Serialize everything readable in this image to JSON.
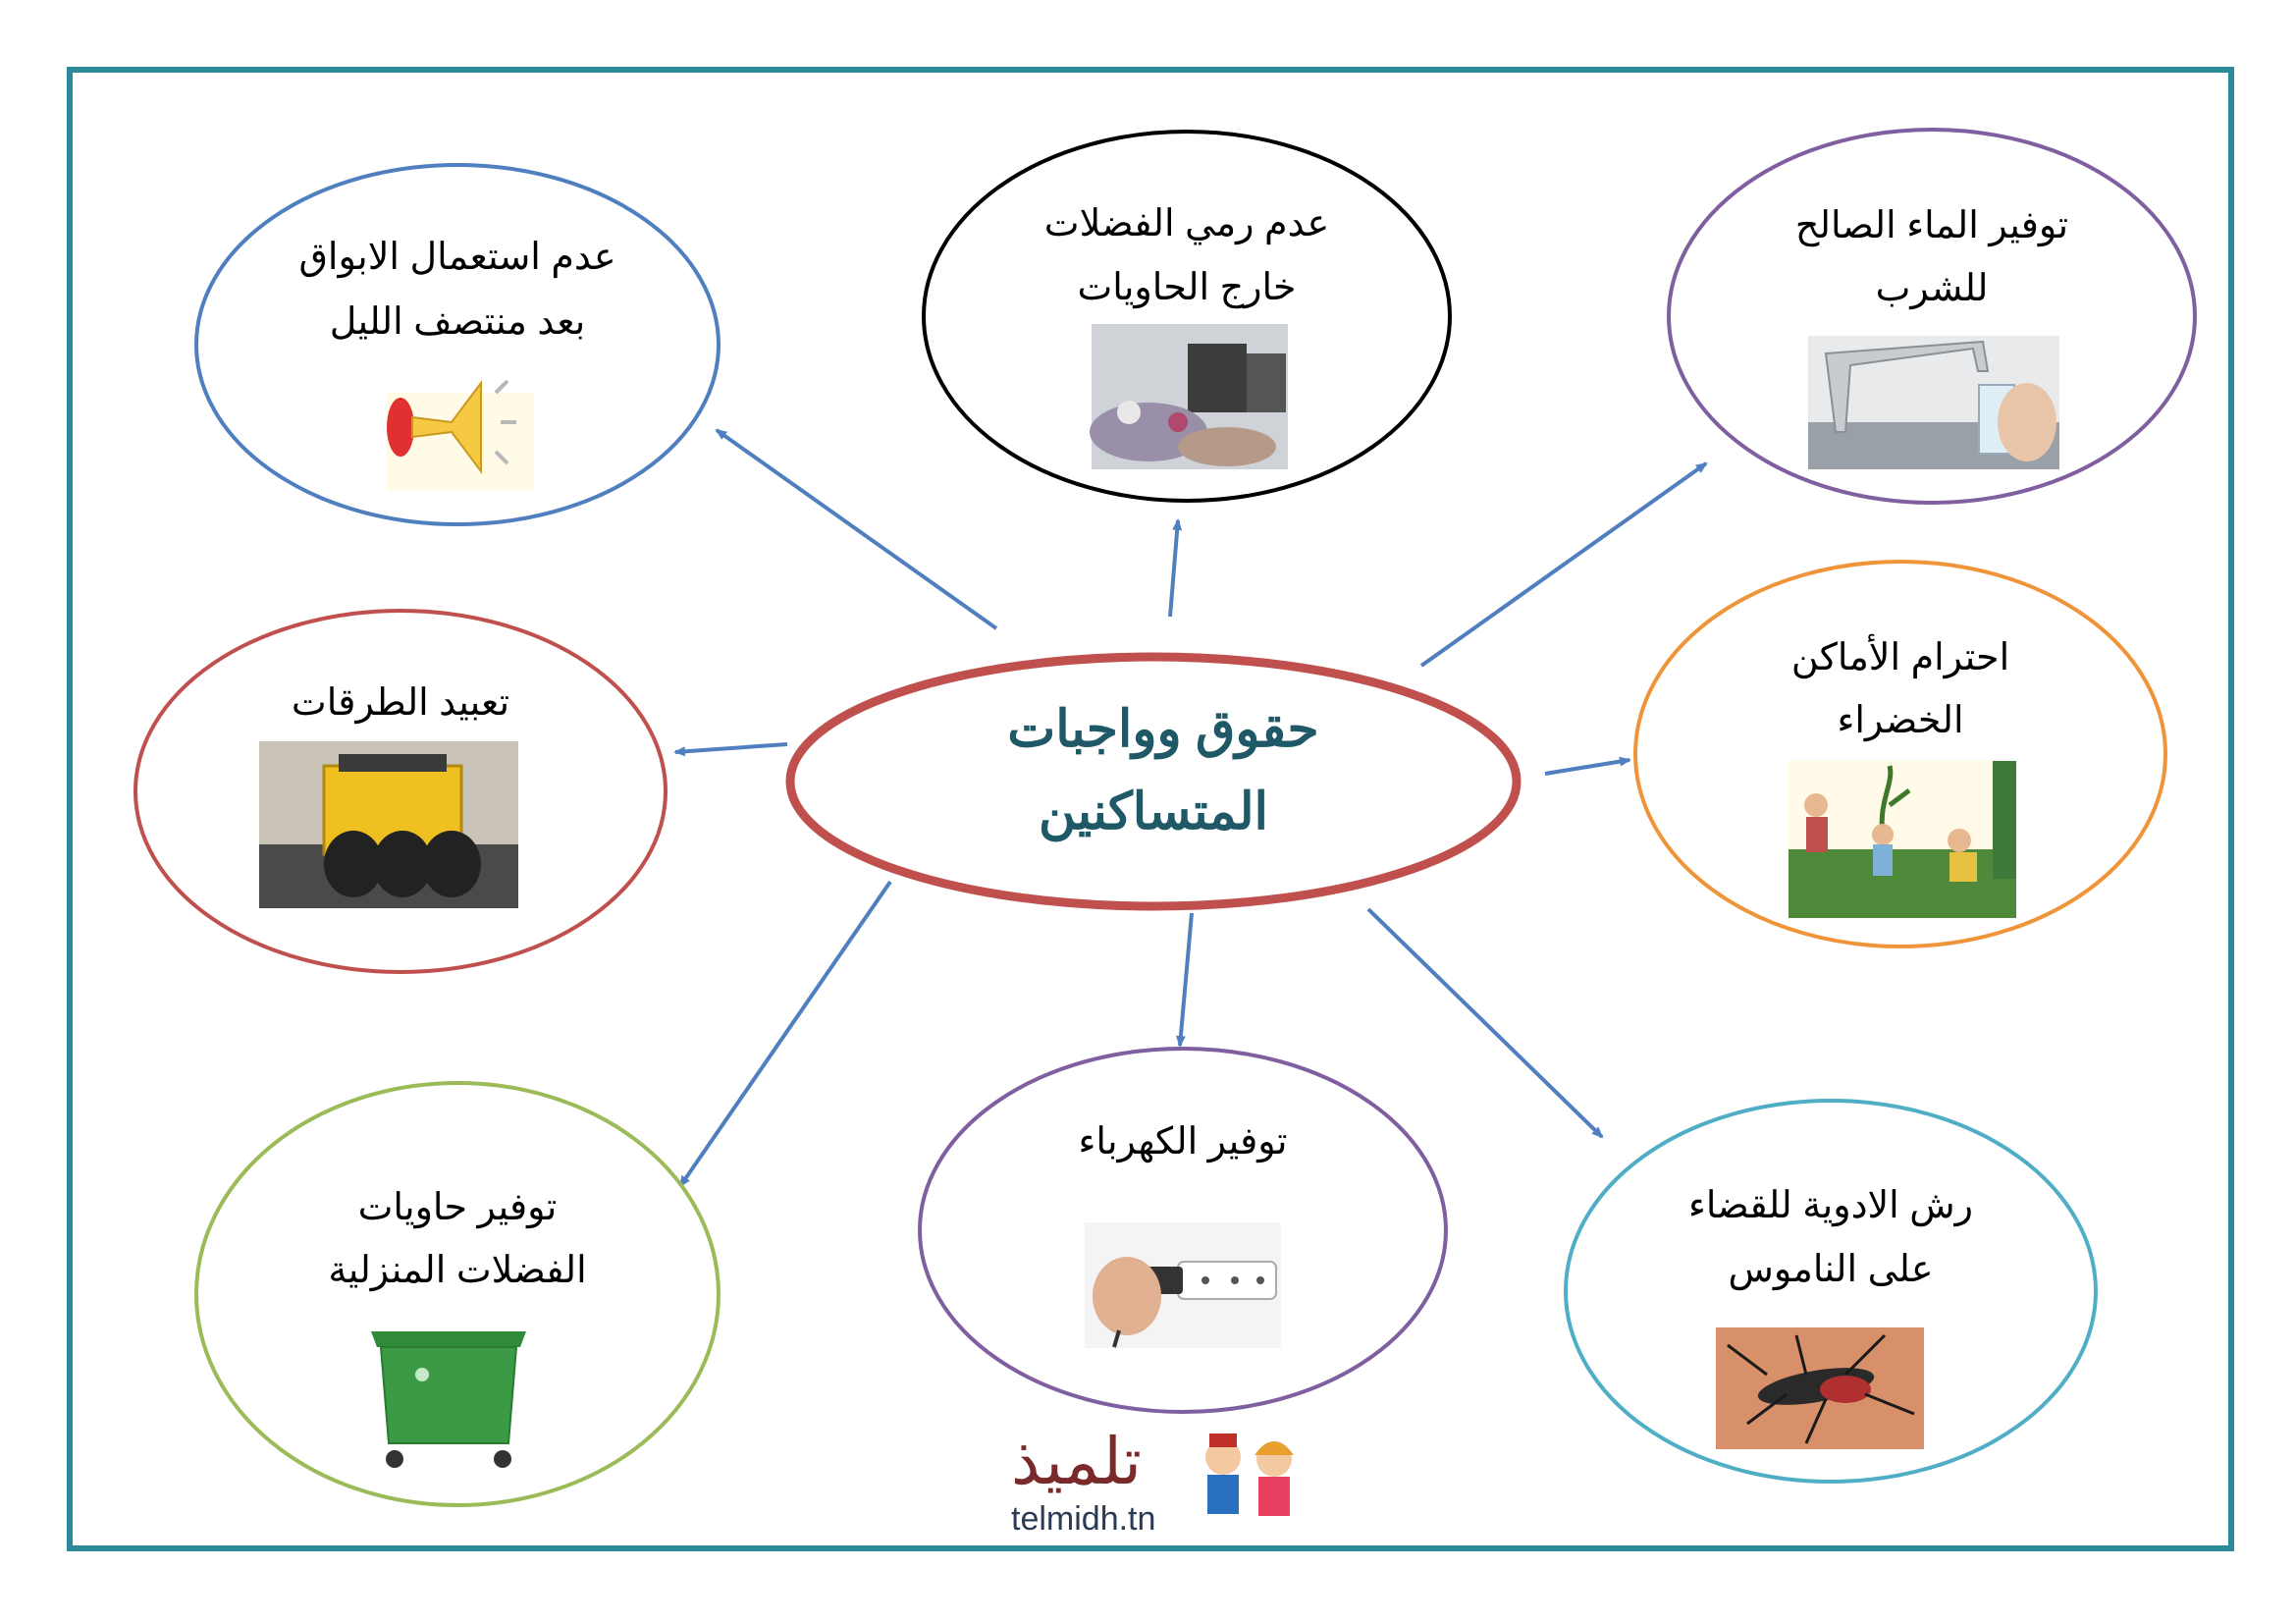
{
  "center": {
    "line1": "حقوق وواجبات",
    "line2": "المتساكنين"
  },
  "nodes": [
    {
      "id": "horns",
      "line1": "عدم استعمال الابواق",
      "line2": "بعد منتصف الليل",
      "color": "#4f7fbf",
      "icon": "horn-icon"
    },
    {
      "id": "waste",
      "line1": "عدم رمي الفضلات",
      "line2": "خارج الحاويات",
      "color": "#000000",
      "icon": "garbage-pile-icon"
    },
    {
      "id": "water",
      "line1": "توفير الماء الصالح",
      "line2": "للشرب",
      "color": "#7f5fa0",
      "icon": "water-tap-icon"
    },
    {
      "id": "green",
      "line1": "احترام الأماكن",
      "line2": "الخضراء",
      "color": "#f0943a",
      "icon": "garden-icon"
    },
    {
      "id": "mosquito",
      "line1": "رش الادوية للقضاء",
      "line2": "على الناموس",
      "color": "#4faec6",
      "icon": "mosquito-icon"
    },
    {
      "id": "electricity",
      "line1": "توفير الكهرباء",
      "line2": "",
      "color": "#7f5fa0",
      "icon": "power-plug-icon"
    },
    {
      "id": "bins",
      "line1": "توفير حاويات",
      "line2": "الفضلات المنزلية",
      "color": "#9bbb59",
      "icon": "green-bin-icon"
    },
    {
      "id": "roads",
      "line1": "تعبيد الطرقات",
      "line2": "",
      "color": "#c0504d",
      "icon": "road-roller-icon"
    }
  ],
  "logo": {
    "arabic": "تلميذ",
    "site": "telmidh.tn"
  },
  "colors": {
    "frame": "#2a8a98",
    "arrow": "#4f7fbf",
    "center_border": "#c0504d",
    "center_text": "#1f5866"
  }
}
